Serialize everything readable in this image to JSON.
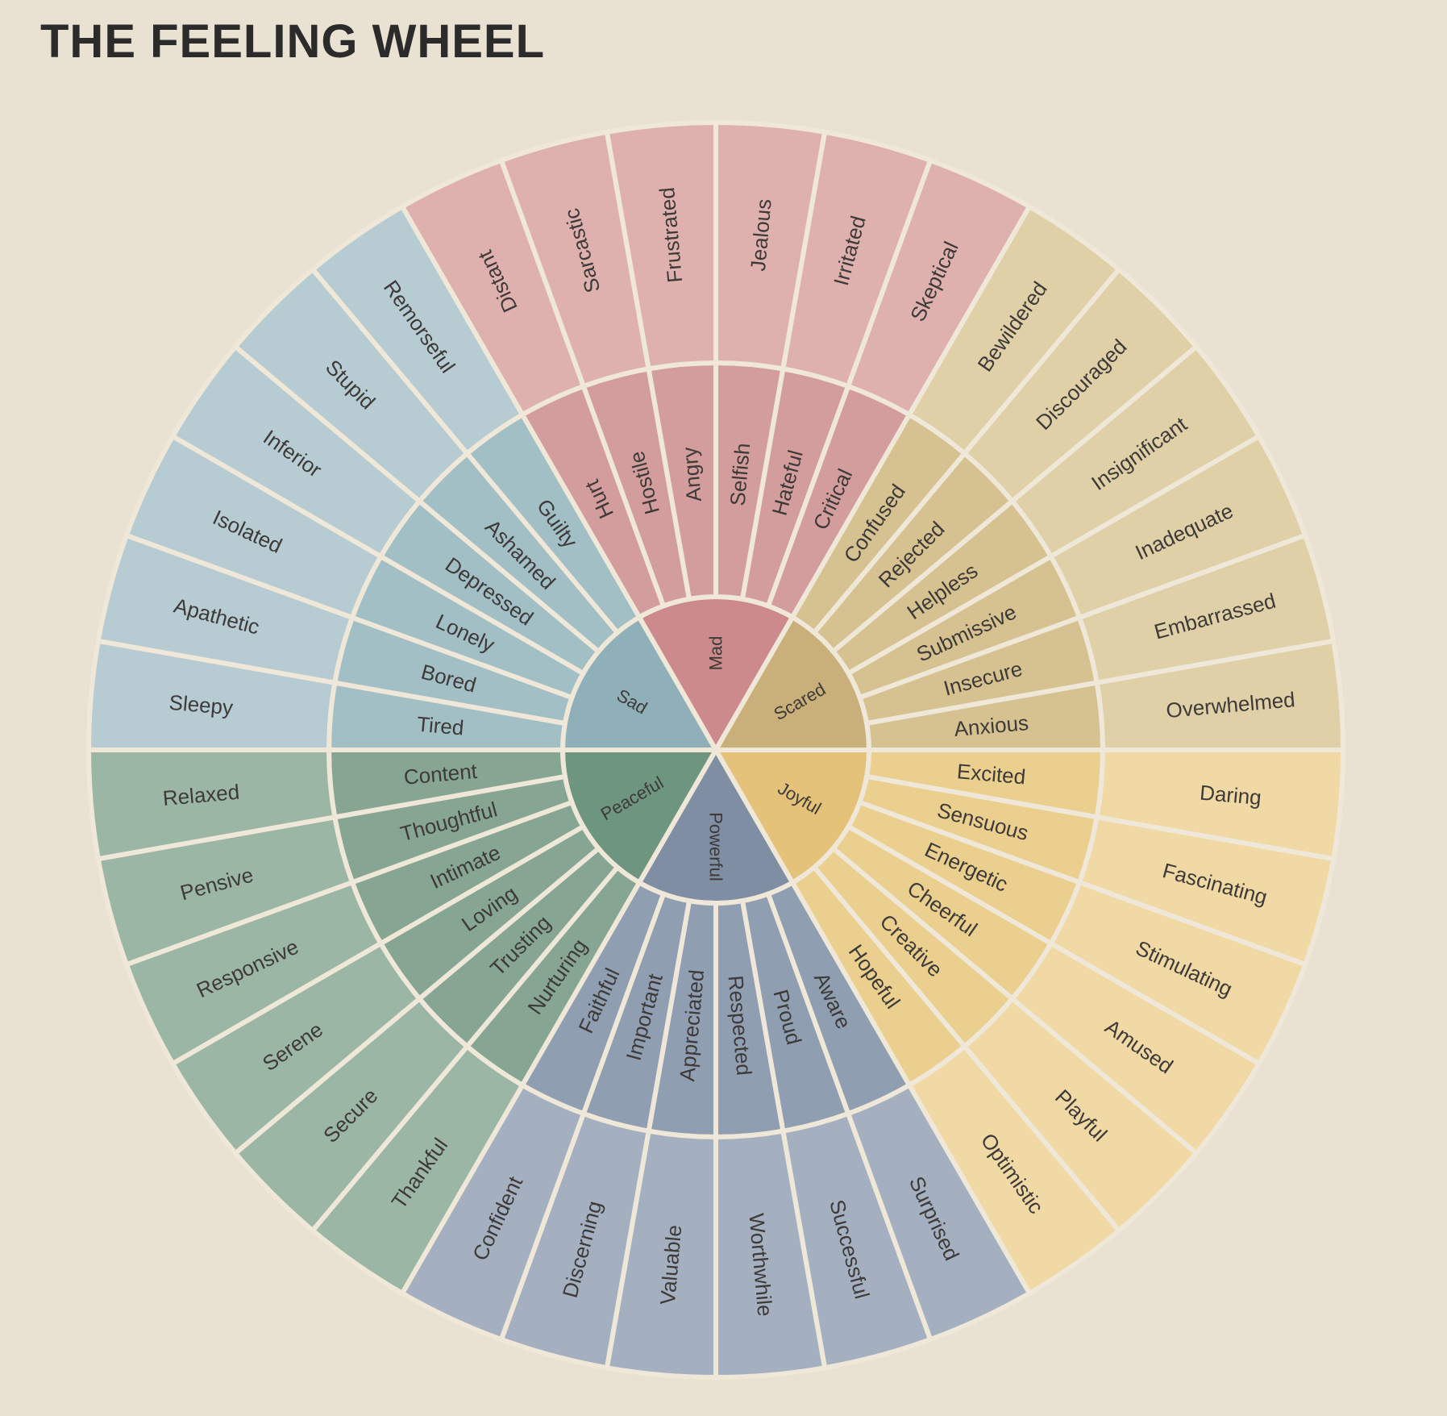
{
  "title": "THE FEELING WHEEL",
  "wheel": {
    "categories": [
      {
        "core": "Mad",
        "color": "#cc8a8c",
        "mid_color": "#d49d9d",
        "outer_color": "#deb0ae",
        "secondary": [
          {
            "label": "Hurt",
            "tertiary": "Distant"
          },
          {
            "label": "Hostile",
            "tertiary": "Sarcastic"
          },
          {
            "label": "Angry",
            "tertiary": "Frustrated"
          },
          {
            "label": "Selfish",
            "tertiary": "Jealous"
          },
          {
            "label": "Hateful",
            "tertiary": "Irritated"
          },
          {
            "label": "Critical",
            "tertiary": "Skeptical"
          }
        ]
      },
      {
        "core": "Scared",
        "color": "#c9b07a",
        "mid_color": "#d6c290",
        "outer_color": "#e0d0a8",
        "secondary": [
          {
            "label": "Confused",
            "tertiary": "Bewildered"
          },
          {
            "label": "Rejected",
            "tertiary": "Discouraged"
          },
          {
            "label": "Helpless",
            "tertiary": "Insignificant"
          },
          {
            "label": "Submissive",
            "tertiary": "Inadequate"
          },
          {
            "label": "Insecure",
            "tertiary": "Embarrassed"
          },
          {
            "label": "Anxious",
            "tertiary": "Overwhelmed"
          }
        ]
      },
      {
        "core": "Joyful",
        "color": "#e5c27a",
        "mid_color": "#ebcf8e",
        "outer_color": "#f0d9a4",
        "secondary": [
          {
            "label": "Excited",
            "tertiary": "Daring"
          },
          {
            "label": "Sensuous",
            "tertiary": "Fascinating"
          },
          {
            "label": "Energetic",
            "tertiary": "Stimulating"
          },
          {
            "label": "Cheerful",
            "tertiary": "Amused"
          },
          {
            "label": "Creative",
            "tertiary": "Playful"
          },
          {
            "label": "Hopeful",
            "tertiary": "Optimistic"
          }
        ]
      },
      {
        "core": "Powerful",
        "color": "#7f8ea3",
        "mid_color": "#909eb2",
        "outer_color": "#a4b0c0",
        "secondary": [
          {
            "label": "Aware",
            "tertiary": "Surprised"
          },
          {
            "label": "Proud",
            "tertiary": "Successful"
          },
          {
            "label": "Respected",
            "tertiary": "Worthwhile"
          },
          {
            "label": "Appreciated",
            "tertiary": "Valuable"
          },
          {
            "label": "Important",
            "tertiary": "Discerning"
          },
          {
            "label": "Faithful",
            "tertiary": "Confident"
          }
        ]
      },
      {
        "core": "Peaceful",
        "color": "#6e9580",
        "mid_color": "#86a693",
        "outer_color": "#9cb6a6",
        "secondary": [
          {
            "label": "Nurturing",
            "tertiary": "Thankful"
          },
          {
            "label": "Trusting",
            "tertiary": "Secure"
          },
          {
            "label": "Loving",
            "tertiary": "Serene"
          },
          {
            "label": "Intimate",
            "tertiary": "Responsive"
          },
          {
            "label": "Thoughtful",
            "tertiary": "Pensive"
          },
          {
            "label": "Content",
            "tertiary": "Relaxed"
          }
        ]
      },
      {
        "core": "Sad",
        "color": "#8fb0b9",
        "mid_color": "#a3bfc6",
        "outer_color": "#b6ccd2",
        "secondary": [
          {
            "label": "Tired",
            "tertiary": "Sleepy"
          },
          {
            "label": "Bored",
            "tertiary": "Apathetic"
          },
          {
            "label": "Lonely",
            "tertiary": "Isolated"
          },
          {
            "label": "Depressed",
            "tertiary": "Inferior"
          },
          {
            "label": "Ashamed",
            "tertiary": "Stupid"
          },
          {
            "label": "Guilty",
            "tertiary": "Remorseful"
          }
        ]
      }
    ]
  }
}
